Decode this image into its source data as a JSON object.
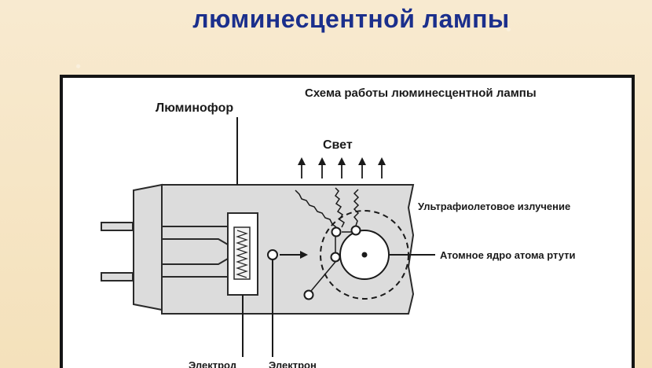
{
  "heading": "люминесцентной лампы",
  "diagram": {
    "title": "Схема работы люминесцентной лампы",
    "labels": {
      "phosphor": "Люминофор",
      "light": "Свет",
      "uv_radiation": "Ультрафиолетовое излучение",
      "nucleus": "Атомное ядро атома ртути",
      "electrode": "Электрод",
      "electron": "Электрон"
    }
  },
  "colors": {
    "heading": "#1b2f8c",
    "background": "#f6e6c2",
    "frame": "#151515",
    "tube_fill": "#dcdcdc",
    "ink": "#1a1a1a"
  }
}
